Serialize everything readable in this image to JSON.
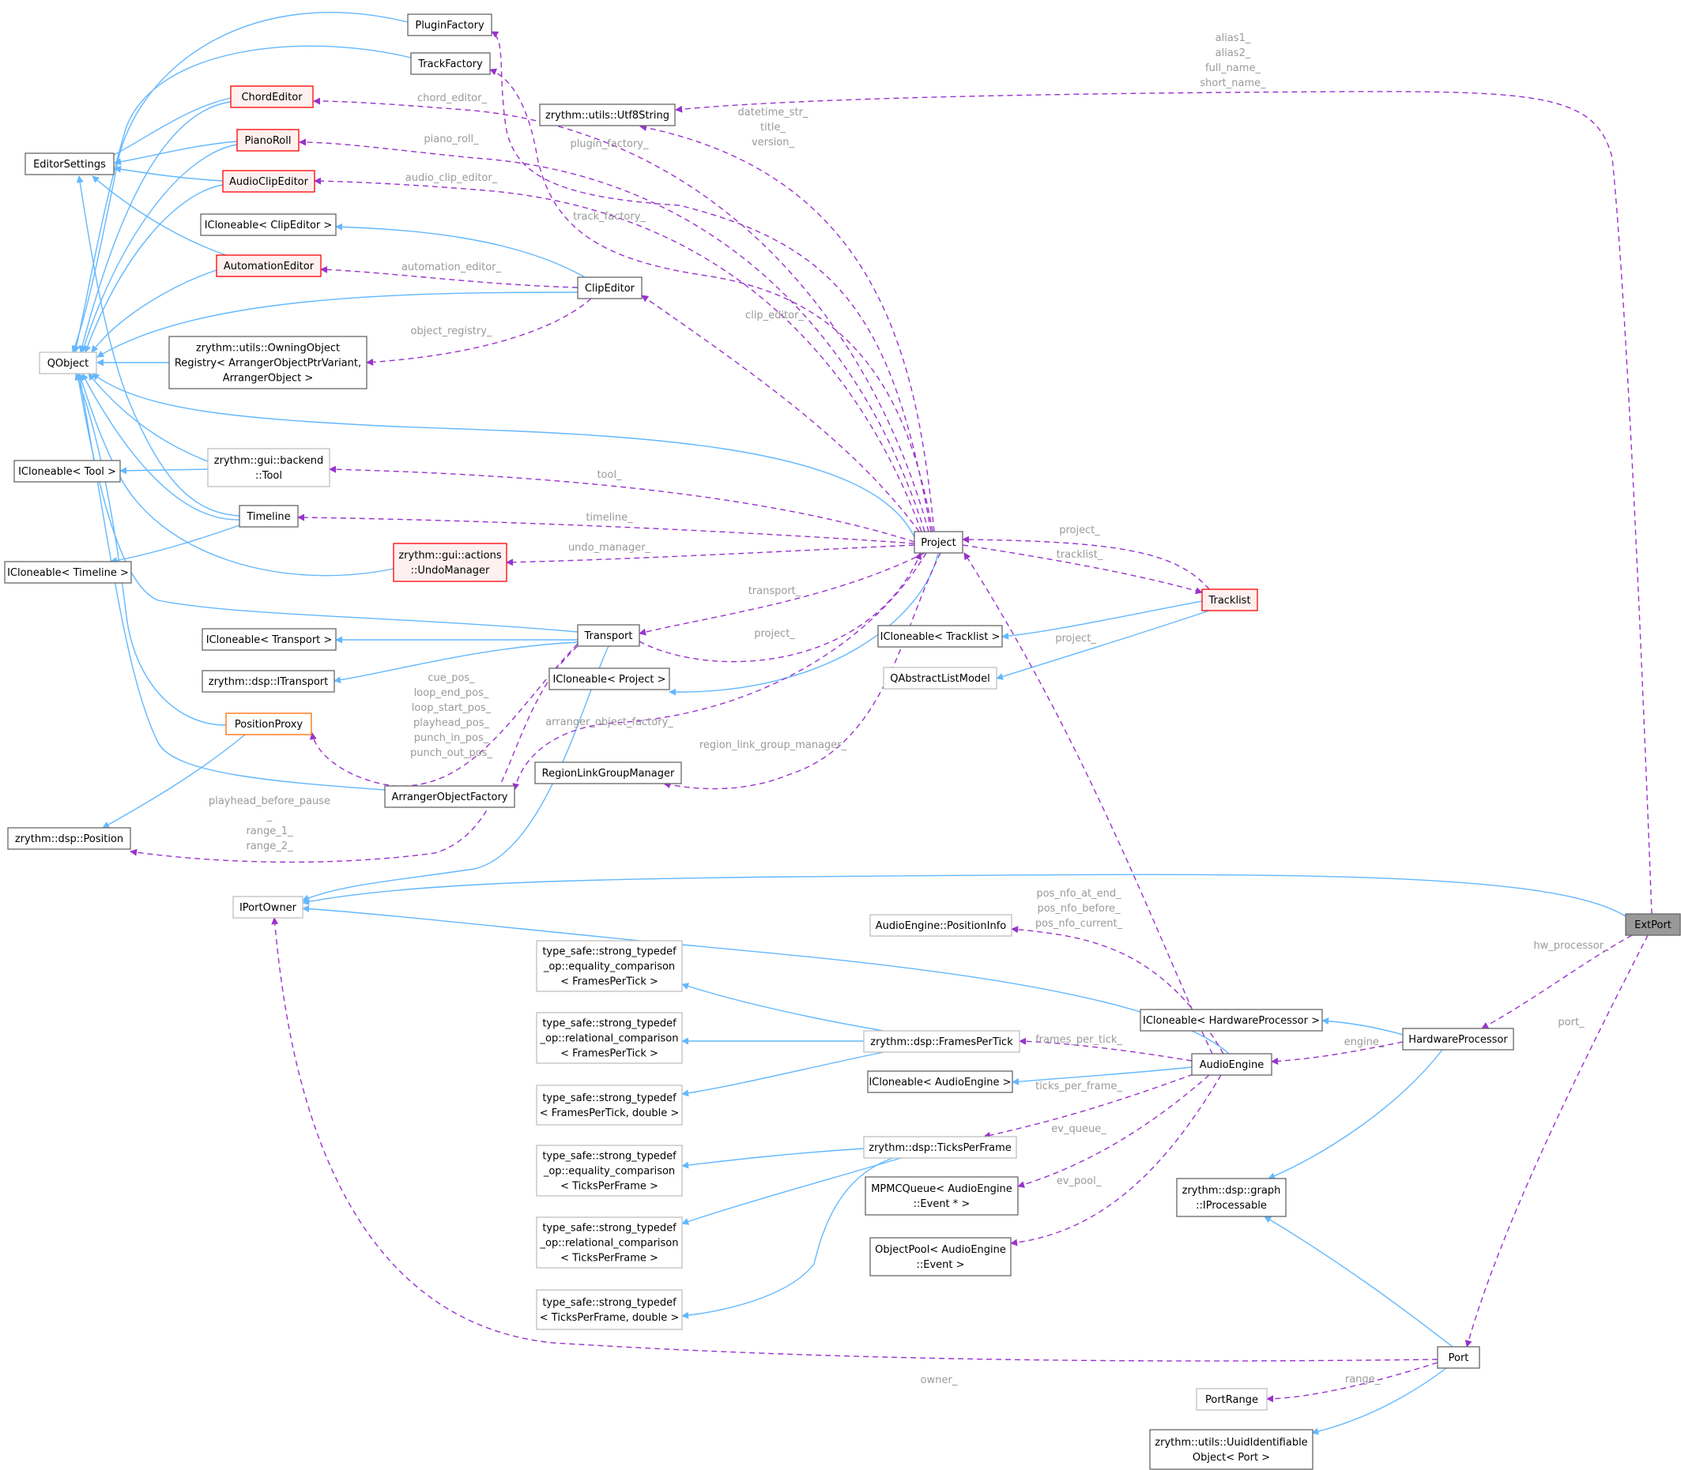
{
  "diagram": {
    "colors": {
      "inherit_edge": "#63b8ff",
      "member_edge": "#9a32cd",
      "edge_label": "#9a9a9a",
      "node_border_dark": "#666666",
      "node_border_light": "#bfbfbf",
      "node_border_red": "#ff0000",
      "node_border_orange": "#ff6a00",
      "node_fill_red": "#fff0f0",
      "focus_fill": "#999999"
    },
    "nodes": [
      {
        "id": "PluginFactory",
        "lines": [
          "PluginFactory"
        ],
        "style": "dark"
      },
      {
        "id": "TrackFactory",
        "lines": [
          "TrackFactory"
        ],
        "style": "dark"
      },
      {
        "id": "ChordEditor",
        "lines": [
          "ChordEditor"
        ],
        "style": "red"
      },
      {
        "id": "PianoRoll",
        "lines": [
          "PianoRoll"
        ],
        "style": "red"
      },
      {
        "id": "AudioClipEditor",
        "lines": [
          "AudioClipEditor"
        ],
        "style": "red"
      },
      {
        "id": "EditorSettings",
        "lines": [
          "EditorSettings"
        ],
        "style": "dark"
      },
      {
        "id": "ICloneableClipEditor",
        "lines": [
          "ICloneable< ClipEditor >"
        ],
        "style": "dark"
      },
      {
        "id": "AutomationEditor",
        "lines": [
          "AutomationEditor"
        ],
        "style": "red"
      },
      {
        "id": "ClipEditor",
        "lines": [
          "ClipEditor"
        ],
        "style": "dark"
      },
      {
        "id": "Utf8String",
        "lines": [
          "zrythm::utils::Utf8String"
        ],
        "style": "dark"
      },
      {
        "id": "QObject",
        "lines": [
          "QObject"
        ],
        "style": "light"
      },
      {
        "id": "OwningObjectRegistry",
        "lines": [
          "zrythm::utils::OwningObject",
          "Registry< ArrangerObjectPtrVariant,",
          "ArrangerObject >"
        ],
        "style": "dark"
      },
      {
        "id": "ICloneableTool",
        "lines": [
          "ICloneable< Tool >"
        ],
        "style": "dark"
      },
      {
        "id": "Tool",
        "lines": [
          "zrythm::gui::backend",
          "::Tool"
        ],
        "style": "light"
      },
      {
        "id": "Timeline",
        "lines": [
          "Timeline"
        ],
        "style": "dark"
      },
      {
        "id": "ICloneableTimeline",
        "lines": [
          "ICloneable< Timeline >"
        ],
        "style": "dark"
      },
      {
        "id": "UndoManager",
        "lines": [
          "zrythm::gui::actions",
          "::UndoManager"
        ],
        "style": "red"
      },
      {
        "id": "Project",
        "lines": [
          "Project"
        ],
        "style": "dark"
      },
      {
        "id": "Tracklist",
        "lines": [
          "Tracklist"
        ],
        "style": "red"
      },
      {
        "id": "ICloneableTransport",
        "lines": [
          "ICloneable< Transport >"
        ],
        "style": "dark"
      },
      {
        "id": "Transport",
        "lines": [
          "Transport"
        ],
        "style": "dark"
      },
      {
        "id": "ITransport",
        "lines": [
          "zrythm::dsp::ITransport"
        ],
        "style": "dark"
      },
      {
        "id": "ICloneableProject",
        "lines": [
          "ICloneable< Project >"
        ],
        "style": "dark"
      },
      {
        "id": "ICloneableTracklist",
        "lines": [
          "ICloneable< Tracklist >"
        ],
        "style": "dark"
      },
      {
        "id": "QAbstractListModel",
        "lines": [
          "QAbstractListModel"
        ],
        "style": "light"
      },
      {
        "id": "PositionProxy",
        "lines": [
          "PositionProxy"
        ],
        "style": "orange"
      },
      {
        "id": "RegionLinkGroupManager",
        "lines": [
          "RegionLinkGroupManager"
        ],
        "style": "dark"
      },
      {
        "id": "ArrangerObjectFactory",
        "lines": [
          "ArrangerObjectFactory"
        ],
        "style": "dark"
      },
      {
        "id": "Position",
        "lines": [
          "zrythm::dsp::Position"
        ],
        "style": "dark"
      },
      {
        "id": "IPortOwner",
        "lines": [
          "IPortOwner"
        ],
        "style": "light"
      },
      {
        "id": "PositionInfo",
        "lines": [
          "AudioEngine::PositionInfo"
        ],
        "style": "light"
      },
      {
        "id": "ExtPort",
        "lines": [
          "ExtPort"
        ],
        "style": "focus"
      },
      {
        "id": "EqFPT",
        "lines": [
          "type_safe::strong_typedef",
          "_op::equality_comparison",
          "< FramesPerTick >"
        ],
        "style": "light"
      },
      {
        "id": "ICloneableHP",
        "lines": [
          "ICloneable< HardwareProcessor >"
        ],
        "style": "dark"
      },
      {
        "id": "HardwareProcessor",
        "lines": [
          "HardwareProcessor"
        ],
        "style": "dark"
      },
      {
        "id": "RelFPT",
        "lines": [
          "type_safe::strong_typedef",
          "_op::relational_comparison",
          "< FramesPerTick >"
        ],
        "style": "light"
      },
      {
        "id": "FramesPerTick",
        "lines": [
          "zrythm::dsp::FramesPerTick"
        ],
        "style": "light"
      },
      {
        "id": "AudioEngine",
        "lines": [
          "AudioEngine"
        ],
        "style": "dark"
      },
      {
        "id": "ICloneableAE",
        "lines": [
          "ICloneable< AudioEngine >"
        ],
        "style": "dark"
      },
      {
        "id": "STFPT",
        "lines": [
          "type_safe::strong_typedef",
          "< FramesPerTick, double >"
        ],
        "style": "light"
      },
      {
        "id": "TicksPerFrame",
        "lines": [
          "zrythm::dsp::TicksPerFrame"
        ],
        "style": "light"
      },
      {
        "id": "EqTPF",
        "lines": [
          "type_safe::strong_typedef",
          "_op::equality_comparison",
          "< TicksPerFrame >"
        ],
        "style": "light"
      },
      {
        "id": "MPMCQueue",
        "lines": [
          "MPMCQueue< AudioEngine",
          "::Event * >"
        ],
        "style": "dark"
      },
      {
        "id": "IProcessable",
        "lines": [
          "zrythm::dsp::graph",
          "::IProcessable"
        ],
        "style": "dark"
      },
      {
        "id": "RelTPF",
        "lines": [
          "type_safe::strong_typedef",
          "_op::relational_comparison",
          "< TicksPerFrame >"
        ],
        "style": "light"
      },
      {
        "id": "ObjectPool",
        "lines": [
          "ObjectPool< AudioEngine",
          "::Event >"
        ],
        "style": "dark"
      },
      {
        "id": "STTPF",
        "lines": [
          "type_safe::strong_typedef",
          "< TicksPerFrame, double >"
        ],
        "style": "light"
      },
      {
        "id": "Port",
        "lines": [
          "Port"
        ],
        "style": "dark"
      },
      {
        "id": "PortRange",
        "lines": [
          "PortRange"
        ],
        "style": "light"
      },
      {
        "id": "UuidIdentifiable",
        "lines": [
          "zrythm::utils::UuidIdentifiable",
          "Object< Port >"
        ],
        "style": "dark"
      }
    ],
    "edge_labels": [
      {
        "id": "alias",
        "lines": [
          "alias1_",
          "alias2_",
          "full_name_",
          "short_name_"
        ]
      },
      {
        "id": "chord_editor",
        "lines": [
          "chord_editor_"
        ]
      },
      {
        "id": "datetime",
        "lines": [
          "datetime_str_",
          "title_",
          "version_"
        ]
      },
      {
        "id": "piano_roll",
        "lines": [
          "piano_roll_"
        ]
      },
      {
        "id": "plugin_factory",
        "lines": [
          "plugin_factory_"
        ]
      },
      {
        "id": "audio_clip_editor",
        "lines": [
          "audio_clip_editor_"
        ]
      },
      {
        "id": "track_factory",
        "lines": [
          "track_factory_"
        ]
      },
      {
        "id": "automation_editor",
        "lines": [
          "automation_editor_"
        ]
      },
      {
        "id": "clip_editor",
        "lines": [
          "clip_editor_"
        ]
      },
      {
        "id": "object_registry",
        "lines": [
          "object_registry_"
        ]
      },
      {
        "id": "tool",
        "lines": [
          "tool_"
        ]
      },
      {
        "id": "timeline",
        "lines": [
          "timeline_"
        ]
      },
      {
        "id": "project_tl",
        "lines": [
          "project_"
        ]
      },
      {
        "id": "tracklist",
        "lines": [
          "tracklist_"
        ]
      },
      {
        "id": "undo_manager",
        "lines": [
          "undo_manager_"
        ]
      },
      {
        "id": "transport",
        "lines": [
          "transport_"
        ]
      },
      {
        "id": "project_tr",
        "lines": [
          "project_"
        ]
      },
      {
        "id": "project_ql",
        "lines": [
          "project_"
        ]
      },
      {
        "id": "cue_pos",
        "lines": [
          "cue_pos_",
          "loop_end_pos_",
          "loop_start_pos_",
          "playhead_pos_",
          "punch_in_pos_",
          "punch_out_pos_"
        ]
      },
      {
        "id": "arranger_factory",
        "lines": [
          "arranger_object_factory_"
        ]
      },
      {
        "id": "region_link",
        "lines": [
          "region_link_group_manager_"
        ]
      },
      {
        "id": "playhead_before",
        "lines": [
          "playhead_before_pause",
          "_",
          "range_1_",
          "range_2_"
        ]
      },
      {
        "id": "pos_nfo",
        "lines": [
          "pos_nfo_at_end_",
          "pos_nfo_before_",
          "pos_nfo_current_"
        ]
      },
      {
        "id": "hw_processor",
        "lines": [
          "hw_processor_"
        ]
      },
      {
        "id": "port",
        "lines": [
          "port_"
        ]
      },
      {
        "id": "engine",
        "lines": [
          "engine_"
        ]
      },
      {
        "id": "frames_per_tick",
        "lines": [
          "frames_per_tick_"
        ]
      },
      {
        "id": "ticks_per_frame",
        "lines": [
          "ticks_per_frame_"
        ]
      },
      {
        "id": "ev_queue",
        "lines": [
          "ev_queue_"
        ]
      },
      {
        "id": "ev_pool",
        "lines": [
          "ev_pool_"
        ]
      },
      {
        "id": "owner",
        "lines": [
          "owner_"
        ]
      },
      {
        "id": "range",
        "lines": [
          "range_"
        ]
      }
    ]
  }
}
